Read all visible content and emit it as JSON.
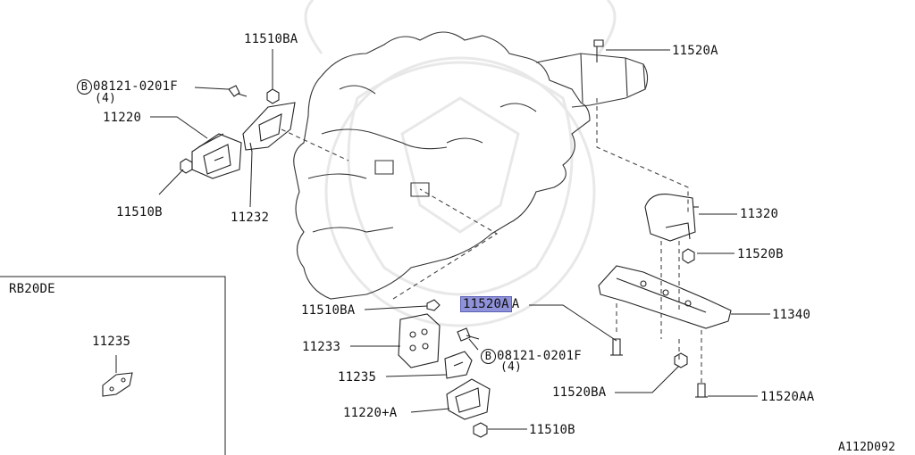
{
  "diagram_code": "A112D092",
  "variant_box_title": "RB20DE",
  "parts": {
    "p11510BA_top": "11510BA",
    "p08121_top_code": "08121-0201F",
    "p08121_top_qty": "(4)",
    "p11220": "11220",
    "p11510B_left": "11510B",
    "p11232": "11232",
    "p11520A": "11520A",
    "p11320": "11320",
    "p11520B": "11520B",
    "p11340": "11340",
    "p11510BA_mid": "11510BA",
    "p11520A_highlight": "11520A",
    "p11520A_suffix": "A",
    "p11233": "11233",
    "p08121_mid_code": "08121-0201F",
    "p08121_mid_qty": "(4)",
    "p11235_main": "11235",
    "p11235_box": "11235",
    "p11220A": "11220+A",
    "p11510B_bottom": "11510B",
    "p11520BA": "11520BA",
    "p11520AA": "11520AA"
  },
  "bolt_marker": "B",
  "highlight_color": "#8f92d8"
}
